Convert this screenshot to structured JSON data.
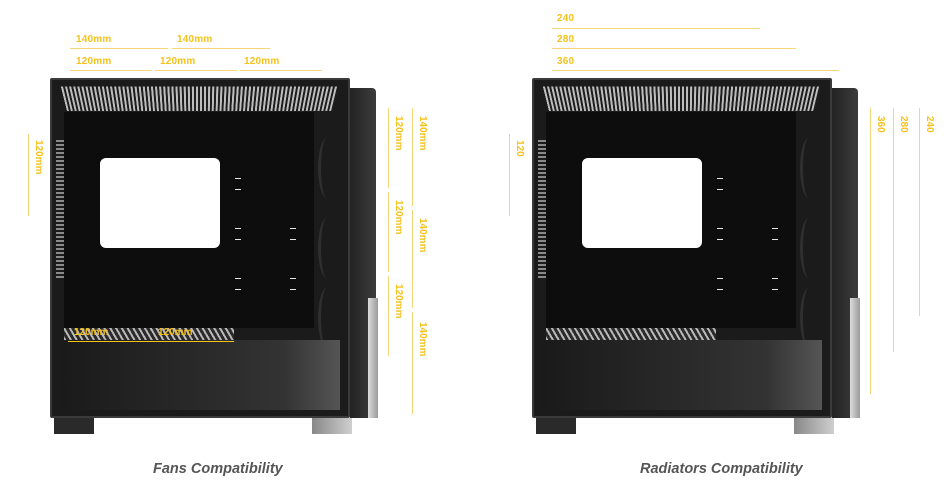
{
  "colors": {
    "accent": "#f5c21b",
    "accent_line": "#f7d67a",
    "caption": "#555555",
    "case_body": "#1b1b1b"
  },
  "fans": {
    "caption": "Fans Compatibility",
    "top_labels": [
      "140mm",
      "140mm"
    ],
    "top_labels_120": [
      "120mm",
      "120mm",
      "120mm"
    ],
    "rear_label": "120mm",
    "front_labels_120": [
      "120mm",
      "120mm",
      "120mm"
    ],
    "front_labels_140": [
      "140mm",
      "140mm",
      "140mm"
    ],
    "bottom_labels": [
      "120mm",
      "120mm"
    ]
  },
  "radiators": {
    "caption": "Radiators Compatibility",
    "top_labels": [
      "240",
      "280",
      "360"
    ],
    "rear_label": "120",
    "front_labels": [
      "360",
      "280",
      "240"
    ]
  }
}
